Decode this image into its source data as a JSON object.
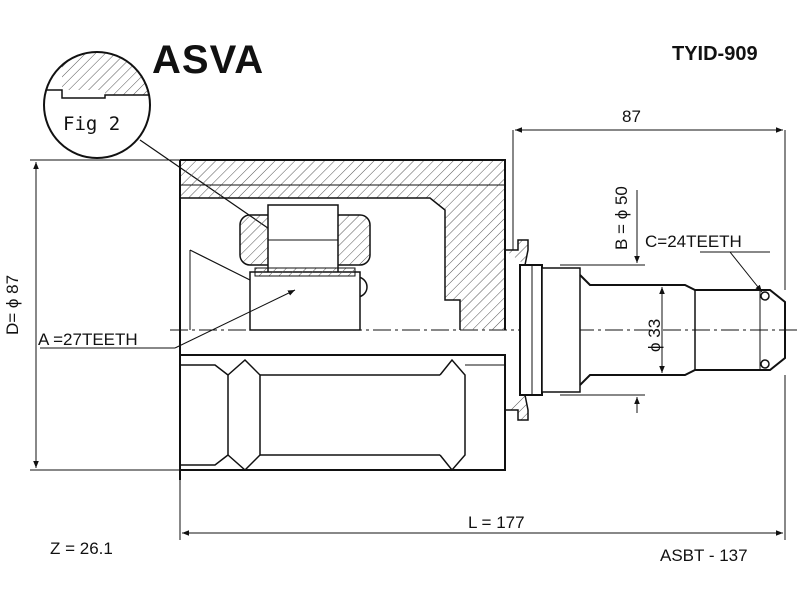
{
  "header": {
    "brand": "ASVA",
    "part_number": "TYID-909"
  },
  "figure": {
    "fig_label": "Fig 2"
  },
  "dimensions": {
    "shaft_length": "87",
    "outer_diameter": "D= ϕ 87",
    "flange_diameter": "B = ϕ 50",
    "shaft_diameter": "ϕ 33",
    "inner_teeth": "A =27TEETH",
    "outer_teeth": "C=24TEETH",
    "overall_length": "L = 177"
  },
  "footer": {
    "z_value": "Z = 26.1",
    "reference": "ASBT - 137"
  },
  "colors": {
    "line": "#111111",
    "hatch": "#444444",
    "background": "#ffffff"
  }
}
